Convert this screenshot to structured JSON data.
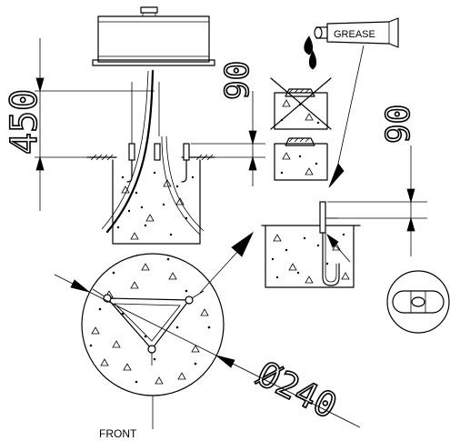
{
  "dimensions": {
    "depth": "450",
    "top_clearance": "90",
    "anchor_clearance": "90",
    "diameter": "Ø240"
  },
  "labels": {
    "grease": "GREASE",
    "front": "FRONT"
  },
  "icons": {
    "grease_tube": "grease-tube-icon",
    "level": "spirit-level-icon",
    "forbidden": "cross-out-icon"
  },
  "colors": {
    "line": "#000000",
    "background": "#ffffff"
  }
}
